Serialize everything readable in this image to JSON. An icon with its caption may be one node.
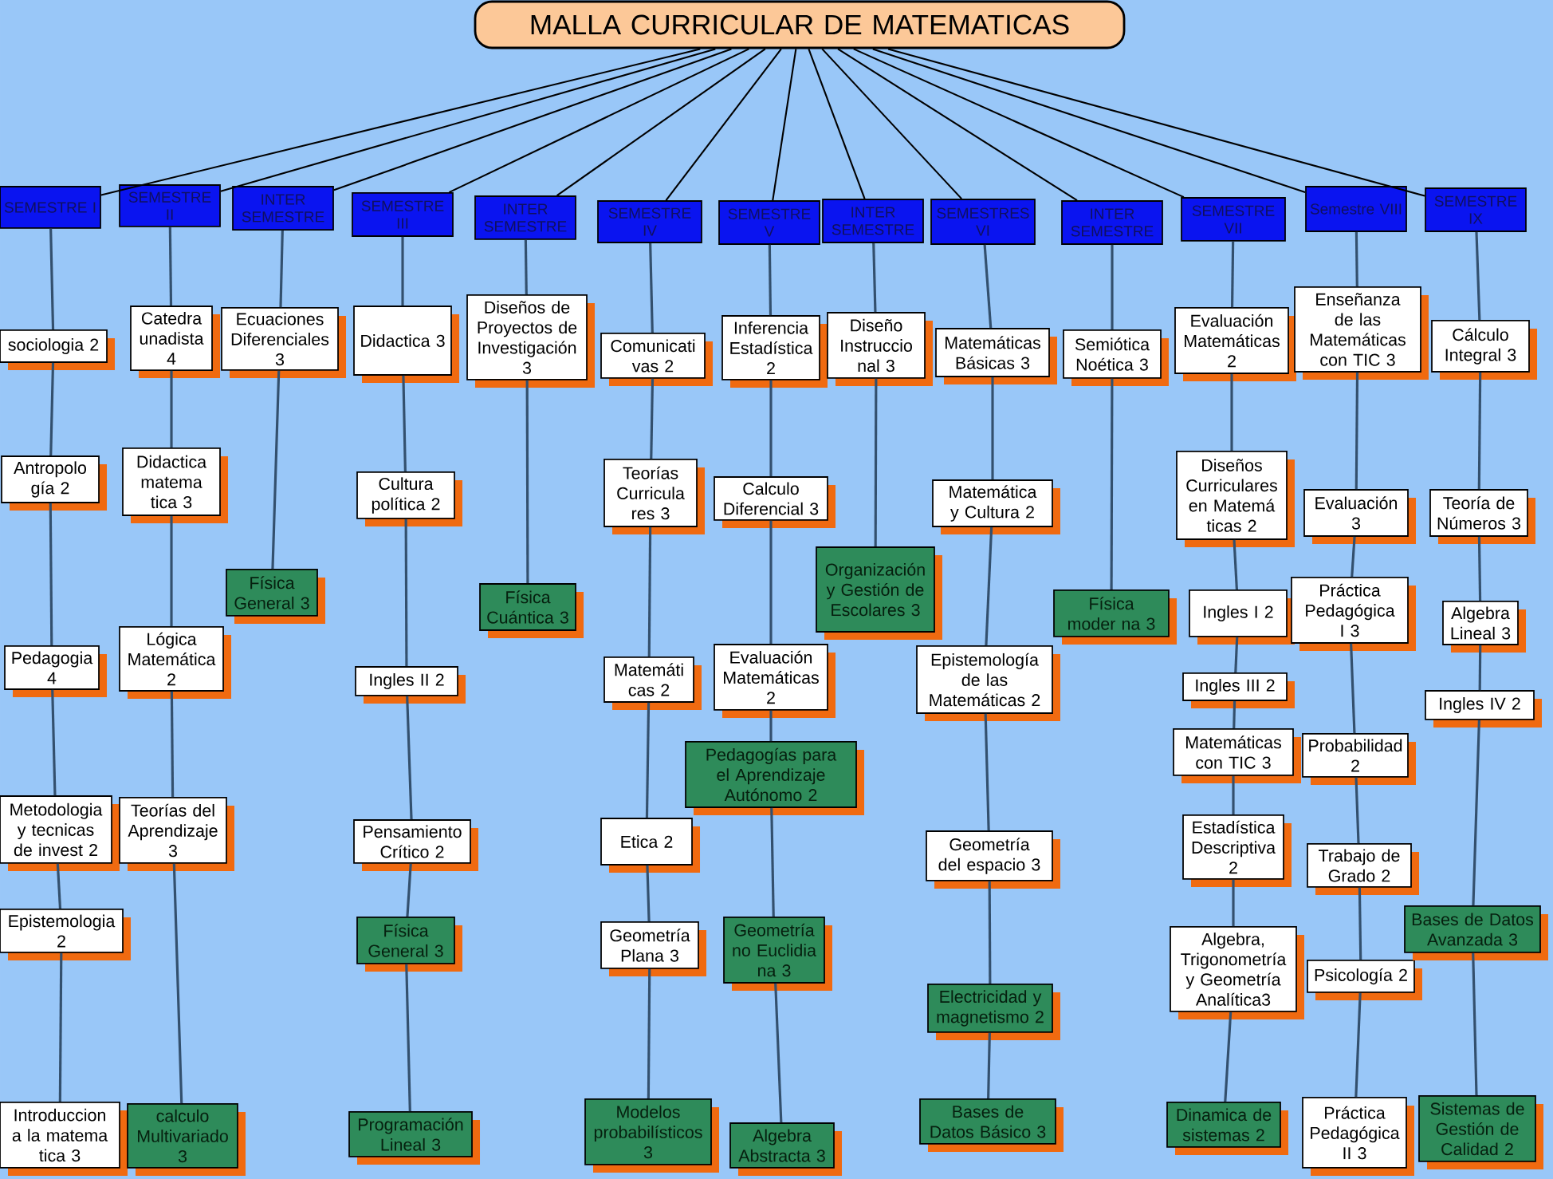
{
  "diagram": {
    "nodes": [
      {
        "text": [
          "MALLA CURRICULAR DE MATEMATICAS"
        ]
      },
      {
        "text": [
          "SEMESTRE I"
        ]
      },
      {
        "text": [
          "SEMESTRE II"
        ]
      },
      {
        "text": [
          "INTER SEMESTRE"
        ]
      },
      {
        "text": [
          "SEMESTRE III"
        ]
      },
      {
        "text": [
          "INTER SEMESTRE"
        ]
      },
      {
        "text": [
          "SEMESTRE IV"
        ]
      },
      {
        "text": [
          "SEMESTRE V"
        ]
      },
      {
        "text": [
          "INTER SEMESTRE"
        ]
      },
      {
        "text": [
          "SEMESTRES VI"
        ]
      },
      {
        "text": [
          "INTER SEMESTRE"
        ]
      },
      {
        "text": [
          "SEMESTRE VII"
        ]
      },
      {
        "text": [
          "Semestre VIII"
        ]
      },
      {
        "text": [
          "SEMESTRE IX"
        ]
      },
      {
        "text": [
          "sociologia 2"
        ]
      },
      {
        "text": [
          "Antropolo gía 2"
        ]
      },
      {
        "text": [
          "Pedagogia 4"
        ]
      },
      {
        "text": [
          "Metodologia y tecnicas de invest 2"
        ]
      },
      {
        "text": [
          "Epistemologia 2"
        ]
      },
      {
        "text": [
          "Introduccion a la matema tica 3"
        ]
      },
      {
        "text": [
          "Catedra unadista 4"
        ]
      },
      {
        "text": [
          "Didactica matema tica 3"
        ]
      },
      {
        "text": [
          "Lógica Matemática 2"
        ]
      },
      {
        "text": [
          "Teorías del Aprendizaje 3"
        ]
      },
      {
        "text": [
          "calculo Multivariado 3"
        ]
      },
      {
        "text": [
          "Ecuaciones Diferenciales 3"
        ]
      },
      {
        "text": [
          "Física General 3"
        ]
      },
      {
        "text": [
          "Didactica 3"
        ]
      },
      {
        "text": [
          "Cultura política 2"
        ]
      },
      {
        "text": [
          "Ingles II 2"
        ]
      },
      {
        "text": [
          "Pensamiento Crítico 2"
        ]
      },
      {
        "text": [
          "Física General 3"
        ]
      },
      {
        "text": [
          "Programación Lineal 3"
        ]
      },
      {
        "text": [
          "Diseños de Proyectos de Investigación 3"
        ]
      },
      {
        "text": [
          "Física Cuántica 3"
        ]
      },
      {
        "text": [
          "Comunicati vas 2"
        ]
      },
      {
        "text": [
          "Teorías Curricula res 3"
        ]
      },
      {
        "text": [
          "Matemáti cas 2"
        ]
      },
      {
        "text": [
          "Etica 2"
        ]
      },
      {
        "text": [
          "Geometría Plana 3"
        ]
      },
      {
        "text": [
          "Modelos probabilísticos 3"
        ]
      },
      {
        "text": [
          "Inferencia Estadística 2"
        ]
      },
      {
        "text": [
          "Calculo Diferencial 3"
        ]
      },
      {
        "text": [
          "Evaluación Matemáticas 2"
        ]
      },
      {
        "text": [
          "Pedagogías para el Aprendizaje Autónomo 2"
        ]
      },
      {
        "text": [
          "Geometría no Euclidia na 3"
        ]
      },
      {
        "text": [
          "Algebra Abstracta 3"
        ]
      },
      {
        "text": [
          "Diseño Instruccio nal 3"
        ]
      },
      {
        "text": [
          "Organización y Gestión de Escolares 3"
        ]
      },
      {
        "text": [
          "Matemáticas Básicas 3"
        ]
      },
      {
        "text": [
          "Matemática y Cultura 2"
        ]
      },
      {
        "text": [
          "Epistemología de las Matemáticas 2"
        ]
      },
      {
        "text": [
          "Geometría del espacio 3"
        ]
      },
      {
        "text": [
          "Electricidad y magnetismo 2"
        ]
      },
      {
        "text": [
          "Bases de Datos Básico 3"
        ]
      },
      {
        "text": [
          "Semiótica Noética 3"
        ]
      },
      {
        "text": [
          "Física moder na 3"
        ]
      },
      {
        "text": [
          "Evaluación Matemáticas 2"
        ]
      },
      {
        "text": [
          "Diseños Curriculares en Matemá ticas 2"
        ]
      },
      {
        "text": [
          "Ingles I 2"
        ]
      },
      {
        "text": [
          "Ingles III 2"
        ]
      },
      {
        "text": [
          "Matemáticas con TIC 3"
        ]
      },
      {
        "text": [
          "Estadística Descriptiva 2"
        ]
      },
      {
        "text": [
          "Algebra, Trigonometría y Geometría Analítica3"
        ]
      },
      {
        "text": [
          "Dinamica de sistemas 2"
        ]
      },
      {
        "text": [
          "Enseñanza de las Matemáticas con TIC 3"
        ]
      },
      {
        "text": [
          "Evaluación 3"
        ]
      },
      {
        "text": [
          "Práctica Pedagógica I 3"
        ]
      },
      {
        "text": [
          "Probabilidad 2"
        ]
      },
      {
        "text": [
          "Trabajo de Grado 2"
        ]
      },
      {
        "text": [
          "Psicología 2"
        ]
      },
      {
        "text": [
          "Práctica Pedagógica II 3"
        ]
      },
      {
        "text": [
          "Cálculo Integral 3"
        ]
      },
      {
        "text": [
          "Teoría de Números 3"
        ]
      },
      {
        "text": [
          "Algebra Lineal 3"
        ]
      },
      {
        "text": [
          "Ingles IV 2"
        ]
      },
      {
        "text": [
          "Bases de Datos Avanzada 3"
        ]
      },
      {
        "text": [
          "Sistemas de Gestión de Calidad 2"
        ]
      }
    ],
    "edges": [
      {
        "from": 0,
        "to": 1,
        "arrow": "none",
        "color": "#000000"
      },
      {
        "from": 0,
        "to": 2,
        "arrow": "none",
        "color": "#000000"
      },
      {
        "from": 0,
        "to": 3,
        "arrow": "none",
        "color": "#000000"
      },
      {
        "from": 0,
        "to": 4,
        "arrow": "none",
        "color": "#000000"
      },
      {
        "from": 0,
        "to": 5,
        "arrow": "none",
        "color": "#000000"
      },
      {
        "from": 0,
        "to": 6,
        "arrow": "none",
        "color": "#000000"
      },
      {
        "from": 0,
        "to": 7,
        "arrow": "none",
        "color": "#000000"
      },
      {
        "from": 0,
        "to": 8,
        "arrow": "none",
        "color": "#000000"
      },
      {
        "from": 0,
        "to": 9,
        "arrow": "none",
        "color": "#000000"
      },
      {
        "from": 0,
        "to": 10,
        "arrow": "none",
        "color": "#000000"
      },
      {
        "from": 0,
        "to": 11,
        "arrow": "none",
        "color": "#000000"
      },
      {
        "from": 0,
        "to": 12,
        "arrow": "none",
        "color": "#000000"
      },
      {
        "from": 0,
        "to": 13,
        "arrow": "none",
        "color": "#000000"
      },
      {
        "from": 1,
        "to": 14,
        "arrow": "none"
      },
      {
        "from": 14,
        "to": 15,
        "arrow": "none"
      },
      {
        "from": 15,
        "to": 16,
        "arrow": "none"
      },
      {
        "from": 16,
        "to": 17,
        "arrow": "none"
      },
      {
        "from": 17,
        "to": 18,
        "arrow": "none"
      },
      {
        "from": 18,
        "to": 19,
        "arrow": "none"
      },
      {
        "from": 2,
        "to": 20,
        "arrow": "none"
      },
      {
        "from": 20,
        "to": 21,
        "arrow": "none"
      },
      {
        "from": 21,
        "to": 22,
        "arrow": "none"
      },
      {
        "from": 22,
        "to": 23,
        "arrow": "none"
      },
      {
        "from": 23,
        "to": 24,
        "arrow": "none"
      },
      {
        "from": 3,
        "to": 25,
        "arrow": "none"
      },
      {
        "from": 25,
        "to": 26,
        "arrow": "none"
      },
      {
        "from": 4,
        "to": 27,
        "arrow": "none"
      },
      {
        "from": 27,
        "to": 28,
        "arrow": "none"
      },
      {
        "from": 28,
        "to": 29,
        "arrow": "none"
      },
      {
        "from": 29,
        "to": 30,
        "arrow": "none"
      },
      {
        "from": 30,
        "to": 31,
        "arrow": "none"
      },
      {
        "from": 31,
        "to": 32,
        "arrow": "none"
      },
      {
        "from": 5,
        "to": 33,
        "arrow": "none"
      },
      {
        "from": 33,
        "to": 34,
        "arrow": "none"
      },
      {
        "from": 6,
        "to": 35,
        "arrow": "none"
      },
      {
        "from": 35,
        "to": 36,
        "arrow": "none"
      },
      {
        "from": 36,
        "to": 37,
        "arrow": "none"
      },
      {
        "from": 37,
        "to": 38,
        "arrow": "none"
      },
      {
        "from": 38,
        "to": 39,
        "arrow": "none"
      },
      {
        "from": 39,
        "to": 40,
        "arrow": "none"
      },
      {
        "from": 7,
        "to": 41,
        "arrow": "none"
      },
      {
        "from": 41,
        "to": 42,
        "arrow": "none"
      },
      {
        "from": 42,
        "to": 43,
        "arrow": "none"
      },
      {
        "from": 43,
        "to": 44,
        "arrow": "none"
      },
      {
        "from": 44,
        "to": 45,
        "arrow": "none"
      },
      {
        "from": 45,
        "to": 46,
        "arrow": "none"
      },
      {
        "from": 8,
        "to": 47,
        "arrow": "none"
      },
      {
        "from": 47,
        "to": 48,
        "arrow": "none"
      },
      {
        "from": 9,
        "to": 49,
        "arrow": "none"
      },
      {
        "from": 49,
        "to": 50,
        "arrow": "none"
      },
      {
        "from": 50,
        "to": 51,
        "arrow": "none"
      },
      {
        "from": 51,
        "to": 52,
        "arrow": "none"
      },
      {
        "from": 52,
        "to": 53,
        "arrow": "none"
      },
      {
        "from": 53,
        "to": 54,
        "arrow": "none"
      },
      {
        "from": 10,
        "to": 55,
        "arrow": "none"
      },
      {
        "from": 55,
        "to": 56,
        "arrow": "none"
      },
      {
        "from": 11,
        "to": 57,
        "arrow": "none"
      },
      {
        "from": 57,
        "to": 58,
        "arrow": "none"
      },
      {
        "from": 58,
        "to": 59,
        "arrow": "none"
      },
      {
        "from": 59,
        "to": 60,
        "arrow": "none"
      },
      {
        "from": 60,
        "to": 61,
        "arrow": "none"
      },
      {
        "from": 61,
        "to": 62,
        "arrow": "none"
      },
      {
        "from": 62,
        "to": 63,
        "arrow": "none"
      },
      {
        "from": 63,
        "to": 64,
        "arrow": "none"
      },
      {
        "from": 12,
        "to": 65,
        "arrow": "none"
      },
      {
        "from": 65,
        "to": 66,
        "arrow": "none"
      },
      {
        "from": 66,
        "to": 67,
        "arrow": "none"
      },
      {
        "from": 67,
        "to": 68,
        "arrow": "none"
      },
      {
        "from": 68,
        "to": 69,
        "arrow": "none"
      },
      {
        "from": 69,
        "to": 70,
        "arrow": "none"
      },
      {
        "from": 70,
        "to": 71,
        "arrow": "none"
      },
      {
        "from": 13,
        "to": 72,
        "arrow": "none"
      },
      {
        "from": 72,
        "to": 73,
        "arrow": "none"
      },
      {
        "from": 73,
        "to": 74,
        "arrow": "none"
      },
      {
        "from": 74,
        "to": 75,
        "arrow": "none"
      },
      {
        "from": 75,
        "to": 76,
        "arrow": "none"
      },
      {
        "from": 76,
        "to": 77,
        "arrow": "none"
      }
    ]
  }
}
